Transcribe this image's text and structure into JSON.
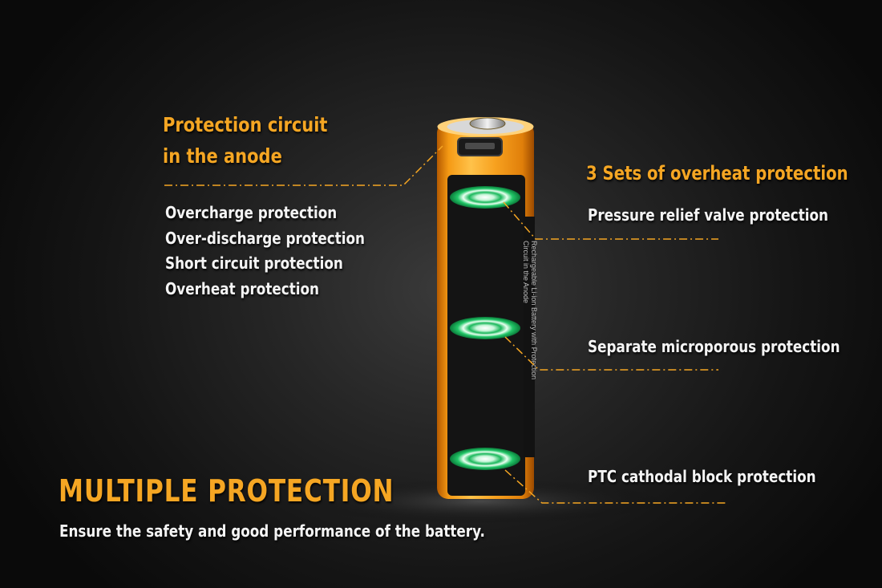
{
  "left_callout": {
    "heading_line1": "Protection circuit",
    "heading_line2": "in the anode",
    "items": [
      "Overcharge protection",
      "Over-discharge protection",
      "Short circuit protection",
      "Overheat protection"
    ]
  },
  "right_callout": {
    "heading": "3 Sets of overheat protection",
    "labels": [
      "Pressure relief valve protection",
      "Separate microporous protection",
      "PTC cathodal block protection"
    ]
  },
  "battery": {
    "label_line1": "Rechargeable Li-ion Battery with Protection",
    "label_line2": "Circuit in the Anode"
  },
  "footer": {
    "title": "MULTIPLE PROTECTION",
    "subtitle": "Ensure the safety and good performance of the battery."
  },
  "colors": {
    "accent": "#f5a623",
    "text": "#f4f4f4",
    "battery_body": "#f39a16",
    "ring": "#20c46a"
  }
}
